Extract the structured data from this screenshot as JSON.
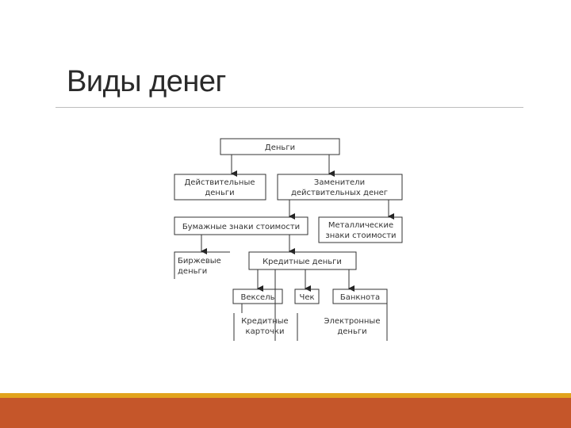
{
  "slide": {
    "title": "Виды денег"
  },
  "diagram": {
    "money": "Деньги",
    "real_money": [
      "Действительные",
      "деньги"
    ],
    "substitutes": [
      "Заменители",
      "действительных денег"
    ],
    "paper_signs": "Бумажные знаки стоимости",
    "metal_signs": [
      "Металлические",
      "знаки стоимости"
    ],
    "exchange_money": [
      "Биржевые",
      "деньги"
    ],
    "credit_money": "Кредитные деньги",
    "bill": "Вексель",
    "cheque": "Чек",
    "banknote": "Банкнота",
    "credit_cards": [
      "Кредитные",
      "карточки"
    ],
    "electronic_money": [
      "Электронные",
      "деньги"
    ]
  },
  "colors": {
    "accent_bar": "#c5562a",
    "accent_stripe": "#e2a31c"
  }
}
